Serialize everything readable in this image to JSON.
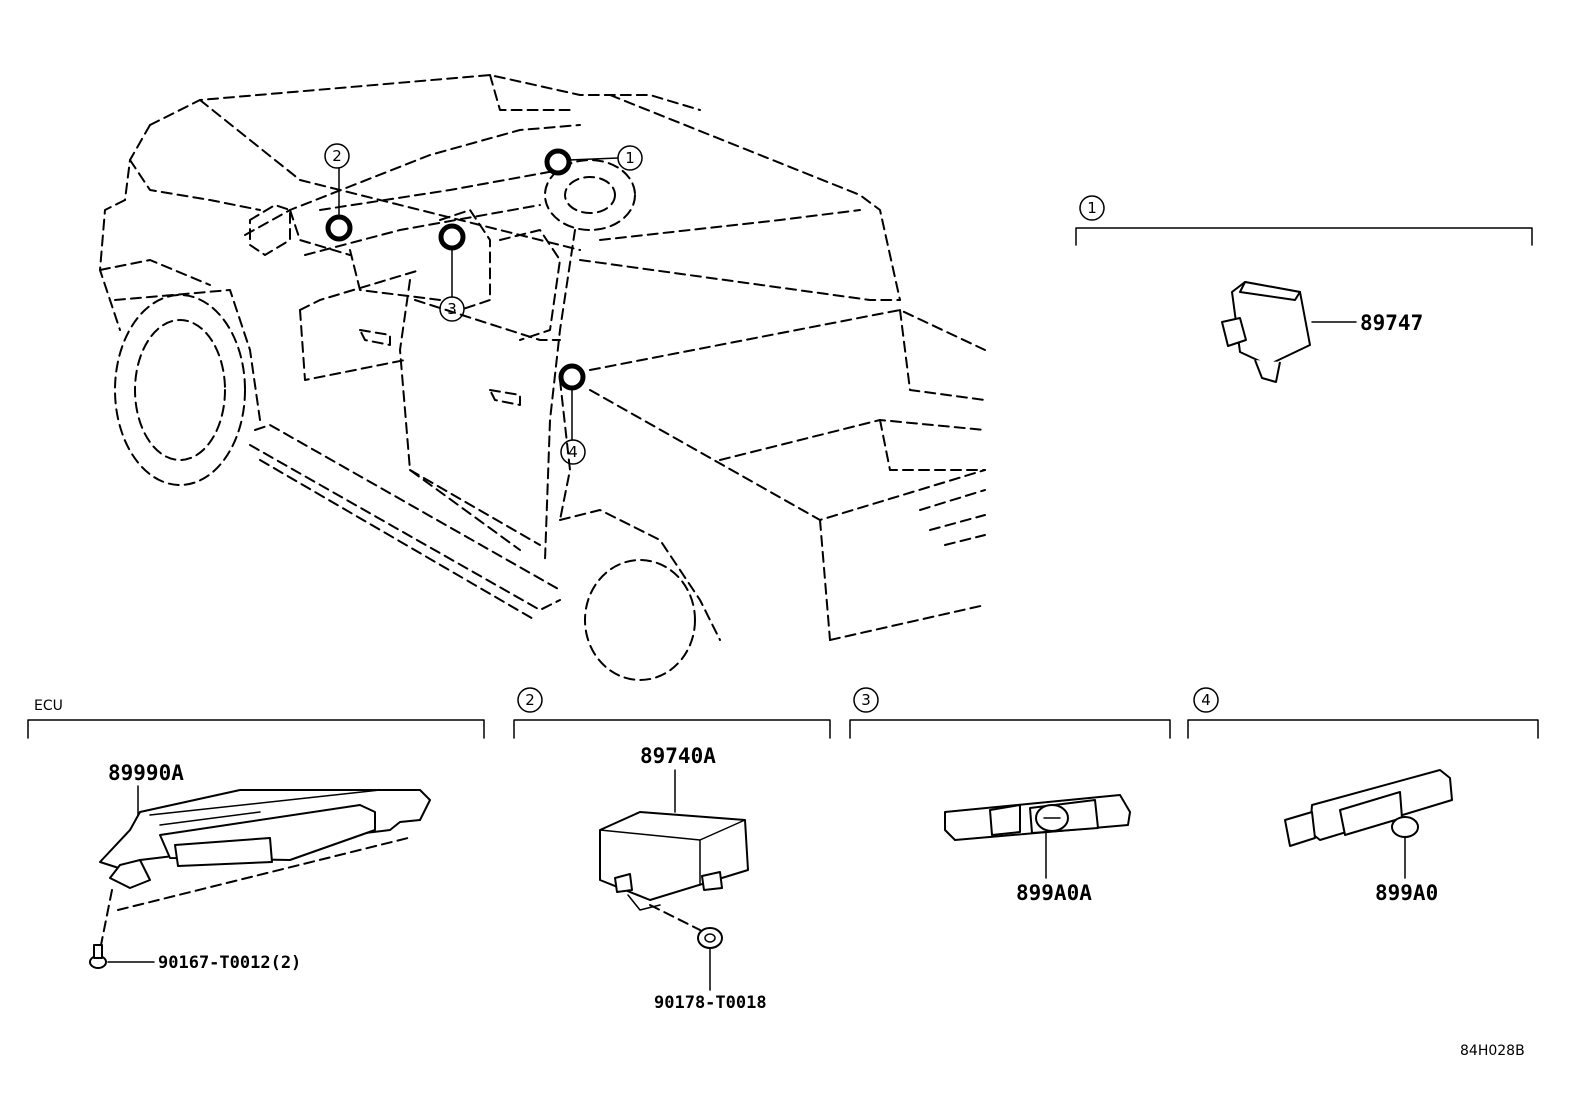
{
  "callouts": [
    {
      "id": "1",
      "label": "1"
    },
    {
      "id": "2",
      "label": "2"
    },
    {
      "id": "3",
      "label": "3"
    },
    {
      "id": "4",
      "label": "4"
    }
  ],
  "sections": {
    "s1": {
      "label": "1",
      "part": "89747"
    },
    "ecu": {
      "label": "ECU",
      "part": "89990A",
      "bolt": "90167-T0012(2)"
    },
    "s2": {
      "label": "2",
      "part": "89740A",
      "clip": "90178-T0018"
    },
    "s3": {
      "label": "3",
      "part": "899A0A"
    },
    "s4": {
      "label": "4",
      "part": "899A0"
    }
  },
  "diagram_ref": "84H028B"
}
